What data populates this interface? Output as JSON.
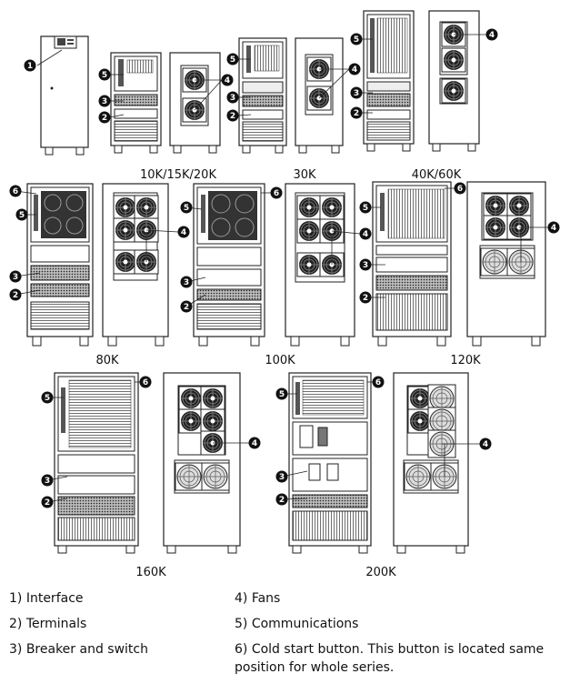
{
  "models": [
    "10K/15K/20K",
    "30K",
    "40K/60K",
    "80K",
    "100K",
    "120K",
    "160K",
    "200K"
  ],
  "callouts": [
    "1",
    "2",
    "3",
    "4",
    "5",
    "6"
  ],
  "legend": [
    {
      "num": "1)",
      "text": "Interface"
    },
    {
      "num": "2)",
      "text": "Terminals"
    },
    {
      "num": "3)",
      "text": "Breaker and switch"
    },
    {
      "num": "4)",
      "text": "Fans"
    },
    {
      "num": "5)",
      "text": "Communications"
    },
    {
      "num": "6)",
      "text": "Cold start button. This button is located same position for whole series."
    }
  ],
  "colors": {
    "line": "#222222",
    "fill": "#ffffff",
    "dark": "#2a2a2a",
    "callout": "#111111"
  }
}
